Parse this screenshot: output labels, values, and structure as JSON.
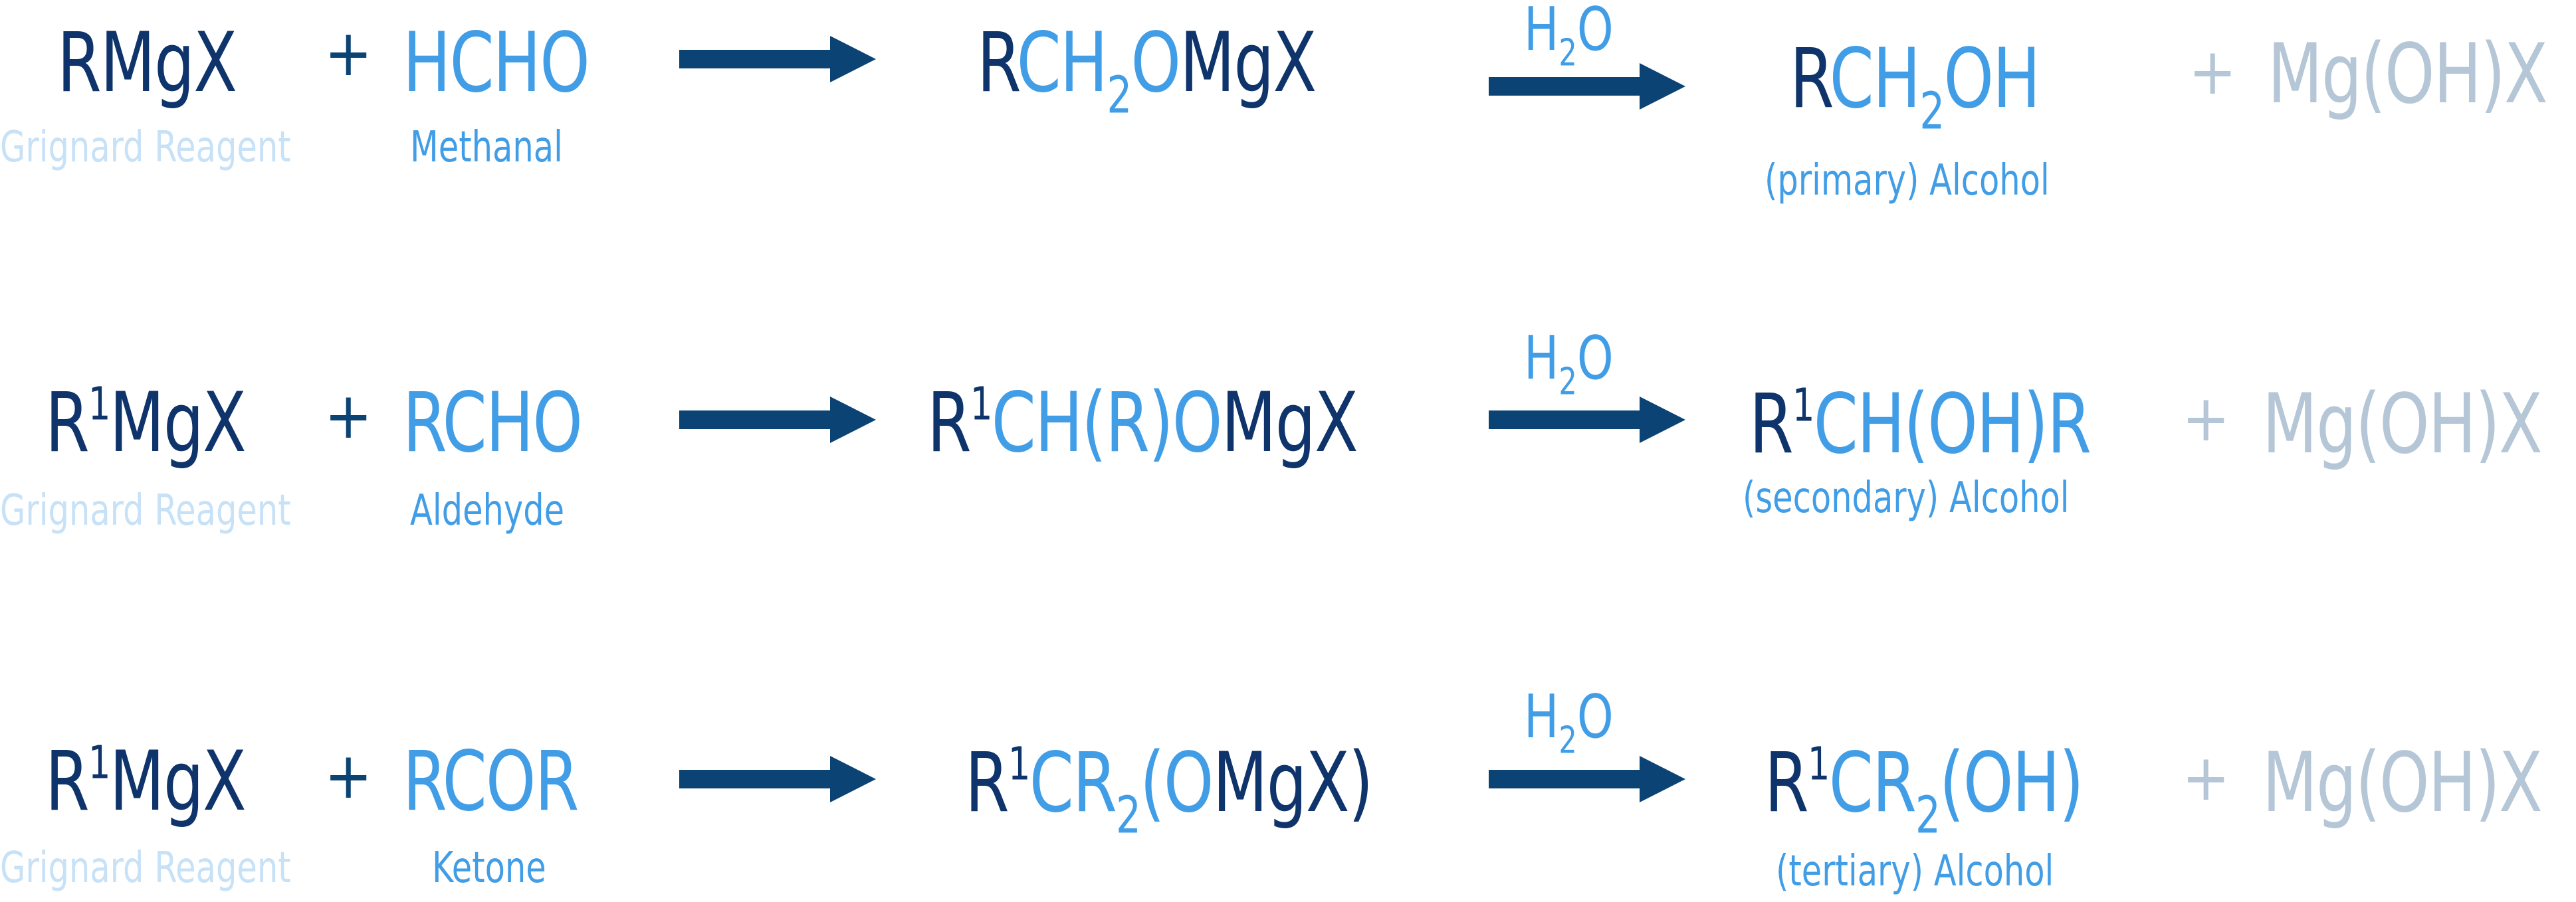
{
  "colors": {
    "dark": "#0E346B",
    "blue": "#419DE6",
    "arrow": "#0B4374",
    "pale_label": "#C7E1F7",
    "byproduct_gray": "#B5C6D6"
  },
  "reactions": [
    {
      "reagent": {
        "parts": [
          {
            "t": "RMgX",
            "c": "dark"
          }
        ],
        "label": "Grignard Reagent"
      },
      "plus": "+",
      "substrate": {
        "parts": [
          {
            "t": "HCHO",
            "c": "blue"
          }
        ],
        "label": "Methanal"
      },
      "intermediate": {
        "parts": [
          {
            "t": "R",
            "c": "dark"
          },
          {
            "t": "CH",
            "c": "blue"
          },
          {
            "t": "2",
            "c": "blue",
            "sub": true
          },
          {
            "t": "O",
            "c": "blue"
          },
          {
            "t": "MgX",
            "c": "dark"
          }
        ]
      },
      "reagent_over_arrow": {
        "h": "H",
        "sub": "2",
        "o": "O"
      },
      "product": {
        "parts": [
          {
            "t": "R",
            "c": "dark"
          },
          {
            "t": "CH",
            "c": "blue"
          },
          {
            "t": "2",
            "c": "blue",
            "sub": true
          },
          {
            "t": "OH",
            "c": "blue"
          }
        ],
        "label": "(primary) Alcohol"
      },
      "byproduct_plus": "+",
      "byproduct": "Mg(OH)X"
    },
    {
      "reagent": {
        "parts": [
          {
            "t": "R",
            "c": "dark"
          },
          {
            "t": "1",
            "c": "dark",
            "sup": true
          },
          {
            "t": "MgX",
            "c": "dark"
          }
        ],
        "label": "Grignard Reagent"
      },
      "plus": "+",
      "substrate": {
        "parts": [
          {
            "t": "RCHO",
            "c": "blue"
          }
        ],
        "label": "Aldehyde"
      },
      "intermediate": {
        "parts": [
          {
            "t": "R",
            "c": "dark"
          },
          {
            "t": "1",
            "c": "dark",
            "sup": true
          },
          {
            "t": "CH(R)O",
            "c": "blue"
          },
          {
            "t": "MgX",
            "c": "dark"
          }
        ]
      },
      "reagent_over_arrow": {
        "h": "H",
        "sub": "2",
        "o": "O"
      },
      "product": {
        "parts": [
          {
            "t": "R",
            "c": "dark"
          },
          {
            "t": "1",
            "c": "dark",
            "sup": true
          },
          {
            "t": "CH(OH)R",
            "c": "blue"
          }
        ],
        "label": "(secondary) Alcohol"
      },
      "byproduct_plus": "+",
      "byproduct": "Mg(OH)X"
    },
    {
      "reagent": {
        "parts": [
          {
            "t": "R",
            "c": "dark"
          },
          {
            "t": "1",
            "c": "dark",
            "sup": true
          },
          {
            "t": "MgX",
            "c": "dark"
          }
        ],
        "label": "Grignard Reagent"
      },
      "plus": "+",
      "substrate": {
        "parts": [
          {
            "t": "RCOR",
            "c": "blue"
          }
        ],
        "label": "Ketone"
      },
      "intermediate": {
        "parts": [
          {
            "t": "R",
            "c": "dark"
          },
          {
            "t": "1",
            "c": "dark",
            "sup": true
          },
          {
            "t": "CR",
            "c": "blue"
          },
          {
            "t": "2",
            "c": "blue",
            "sub": true
          },
          {
            "t": "(O",
            "c": "blue"
          },
          {
            "t": "MgX)",
            "c": "dark"
          }
        ]
      },
      "reagent_over_arrow": {
        "h": "H",
        "sub": "2",
        "o": "O"
      },
      "product": {
        "parts": [
          {
            "t": "R",
            "c": "dark"
          },
          {
            "t": "1",
            "c": "dark",
            "sup": true
          },
          {
            "t": "CR",
            "c": "blue"
          },
          {
            "t": "2",
            "c": "blue",
            "sub": true
          },
          {
            "t": "(OH)",
            "c": "blue"
          }
        ],
        "label": "(tertiary) Alcohol"
      },
      "byproduct_plus": "+",
      "byproduct": "Mg(OH)X"
    }
  ]
}
